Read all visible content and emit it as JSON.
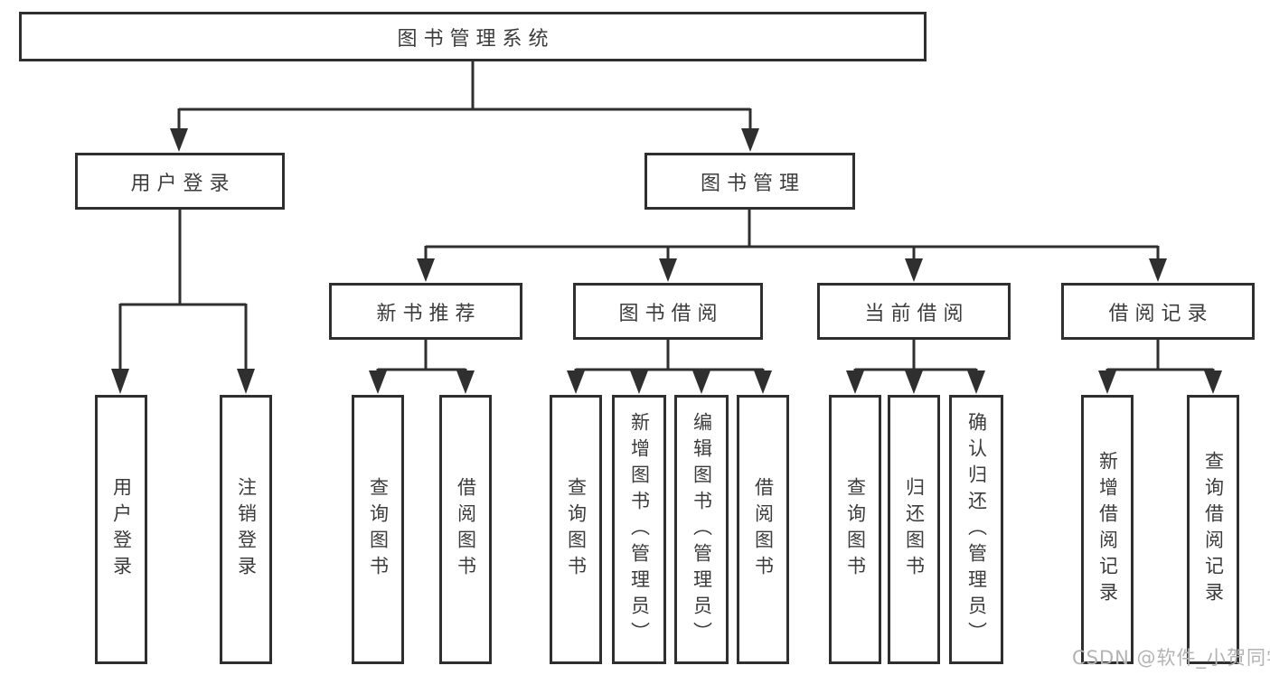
{
  "diagram": {
    "type": "hierarchy-tree",
    "nodes": {
      "root": "图书管理系统",
      "user_login": "用户登录",
      "book_mgmt": "图书管理",
      "new_books": "新书推荐",
      "book_borrow": "图书借阅",
      "current_borrow": "当前借阅",
      "borrow_records": "借阅记录"
    },
    "leaves": {
      "user_login": [
        "用户登录",
        "注销登录"
      ],
      "new_books": [
        "查询图书",
        "借阅图书"
      ],
      "book_borrow": [
        "查询图书",
        "新增图书（管理员）",
        "编辑图书（管理员）",
        "借阅图书"
      ],
      "current_borrow": [
        "查询图书",
        "归还图书",
        "确认归还（管理员）"
      ],
      "borrow_records": [
        "新增借阅记录",
        "查询借阅记录"
      ]
    },
    "colors": {
      "line": "#2f2f2f",
      "text": "#3c3c3c",
      "box_background": "#ffffff",
      "page_background": "#ffffff",
      "watermark": "#b3b3b3"
    },
    "watermark": "CSDN @软件_小贺同学"
  }
}
